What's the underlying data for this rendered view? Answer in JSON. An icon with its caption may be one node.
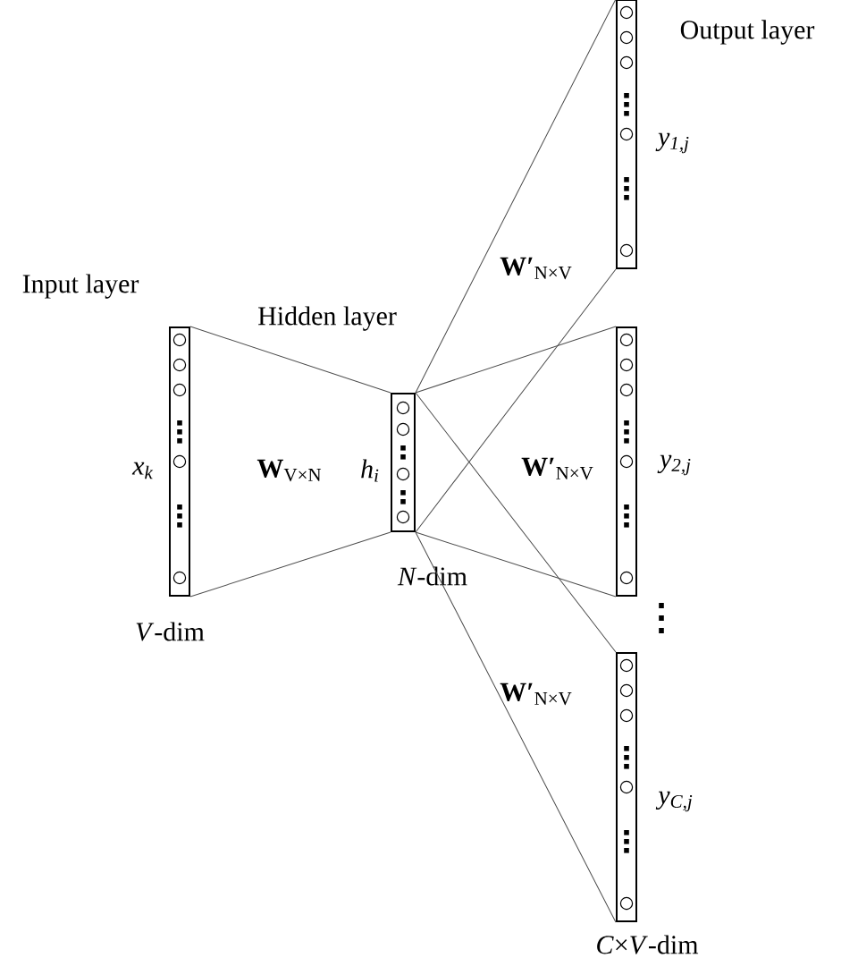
{
  "diagram": {
    "nodes": [
      {
        "text": [
          "Input layer"
        ],
        "beside": [
          "x$_{k}$",
          "*V*-dim"
        ]
      },
      {
        "text": [
          "Hidden layer"
        ],
        "beside": [
          "h$_{i}$",
          "*N*-dim"
        ]
      },
      {
        "text": [
          "Output layer"
        ],
        "beside": [
          "y$_{1,j}$"
        ]
      },
      {
        "text": [],
        "shape": "box",
        "beside": [
          "y$_{2,j}$"
        ]
      },
      {
        "text": [],
        "shape": "box",
        "beside": [
          "y$_{C,j}$",
          "*C*×*V*-dim"
        ]
      }
    ],
    "edges": [
      {
        "from": 0,
        "to": 1,
        "arrow": "none",
        "label": "**W**$_{V×N}$"
      },
      {
        "from": 1,
        "to": 2,
        "arrow": "none",
        "label": "**W′**$_{N×V}$"
      },
      {
        "from": 1,
        "to": 3,
        "arrow": "none",
        "label": "**W′**$_{N×V}$"
      },
      {
        "from": 1,
        "to": 4,
        "arrow": "none",
        "label": "**W′**$_{N×V}$"
      }
    ]
  }
}
